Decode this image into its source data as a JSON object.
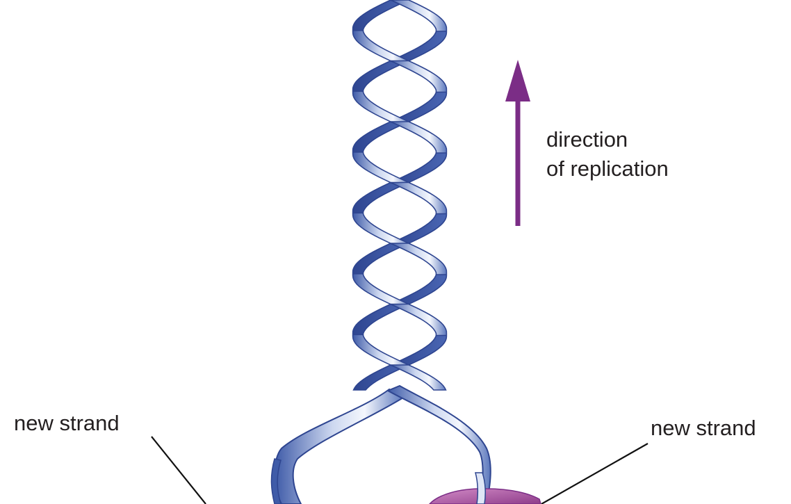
{
  "labels": {
    "direction_line1": "direction",
    "direction_line2": "of replication",
    "new_strand_left": "new strand",
    "new_strand_right": "new strand"
  },
  "colors": {
    "helix_dark": "#3f5ba8",
    "helix_light": "#e9eef9",
    "helix_outline": "#2e4590",
    "arrow": "#7b2d86",
    "new_strand": "#b15aa7",
    "leader_line": "#111111"
  }
}
